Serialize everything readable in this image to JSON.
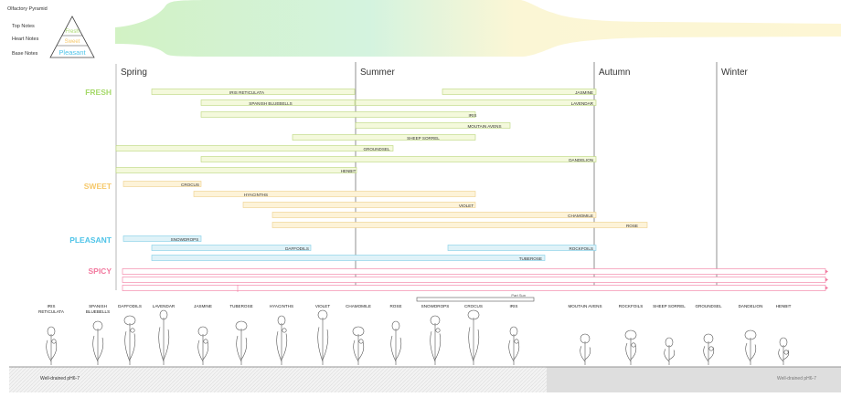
{
  "legend": {
    "title": "Olfactory Pyramid",
    "top": "Top Notes",
    "heart": "Heart Notes",
    "base": "Base Notes",
    "tri_top": "Fresh",
    "tri_mid": "Sweet",
    "tri_base": "Pleasant"
  },
  "seasons": [
    "Spring",
    "Summer",
    "Autumn",
    "Winter"
  ],
  "categories": [
    {
      "key": "fresh",
      "label": "FRESH",
      "color": "#a6d96a",
      "fill": "#f4f9dc",
      "stroke": "#b9d67a"
    },
    {
      "key": "sweet",
      "label": "SWEET",
      "color": "#f6c86a",
      "fill": "#fdf3d8",
      "stroke": "#efcf8a"
    },
    {
      "key": "pleasant",
      "label": "PLEASANT",
      "color": "#4dc3e8",
      "fill": "#dff2f8",
      "stroke": "#7fcde6"
    },
    {
      "key": "spicy",
      "label": "SPICY",
      "color": "#f2789e",
      "fill": "#ffffff",
      "stroke": "#f2789e"
    }
  ],
  "bars": [
    {
      "label": "IRIS RETICULATA",
      "cat": "fresh"
    },
    {
      "label": "JASMINE",
      "cat": "fresh"
    },
    {
      "label": "SPANISH BLUEBELLS",
      "cat": "fresh"
    },
    {
      "label": "LAVENDAR",
      "cat": "fresh"
    },
    {
      "label": "IRIS",
      "cat": "fresh"
    },
    {
      "label": "MOUTAIN AVENS",
      "cat": "fresh"
    },
    {
      "label": "SHEEP SORREL",
      "cat": "fresh"
    },
    {
      "label": "GROUNDSEL",
      "cat": "fresh"
    },
    {
      "label": "DANDELION",
      "cat": "fresh"
    },
    {
      "label": "HENBIT",
      "cat": "fresh"
    },
    {
      "label": "CROCUS",
      "cat": "sweet"
    },
    {
      "label": "HYACINTHS",
      "cat": "sweet"
    },
    {
      "label": "VIOLET",
      "cat": "sweet"
    },
    {
      "label": "CHAMOMILE",
      "cat": "sweet"
    },
    {
      "label": "ROSE",
      "cat": "sweet"
    },
    {
      "label": "SNOWDROPS",
      "cat": "pleasant"
    },
    {
      "label": "DAFFODILS",
      "cat": "pleasant"
    },
    {
      "label": "ROCKFOILS",
      "cat": "pleasant"
    },
    {
      "label": "TUBEROSE",
      "cat": "pleasant"
    },
    {
      "label": "",
      "cat": "spicy"
    },
    {
      "label": "",
      "cat": "spicy"
    },
    {
      "label": "",
      "cat": "spicy"
    }
  ],
  "plants": [
    "IRIS RETICULATA",
    "SPANISH BLUEBELLS",
    "DAFFODILS",
    "LAVENDAR",
    "JASMINE",
    "TUBEROSE",
    "HYACINTHS",
    "VIOLET",
    "CHAMOMILE",
    "ROSE",
    "SNOWDROPS",
    "CROCUS",
    "IRIS",
    "MOUTAIN AVENS",
    "ROCKFOILS",
    "SHEEP SORREL",
    "GROUNDSEL",
    "DANDELION",
    "HENBIT"
  ],
  "part_sun": "Part Sun",
  "ground": {
    "left": "Well-drained pH6-7",
    "right": "Well-drained pH6-7"
  }
}
